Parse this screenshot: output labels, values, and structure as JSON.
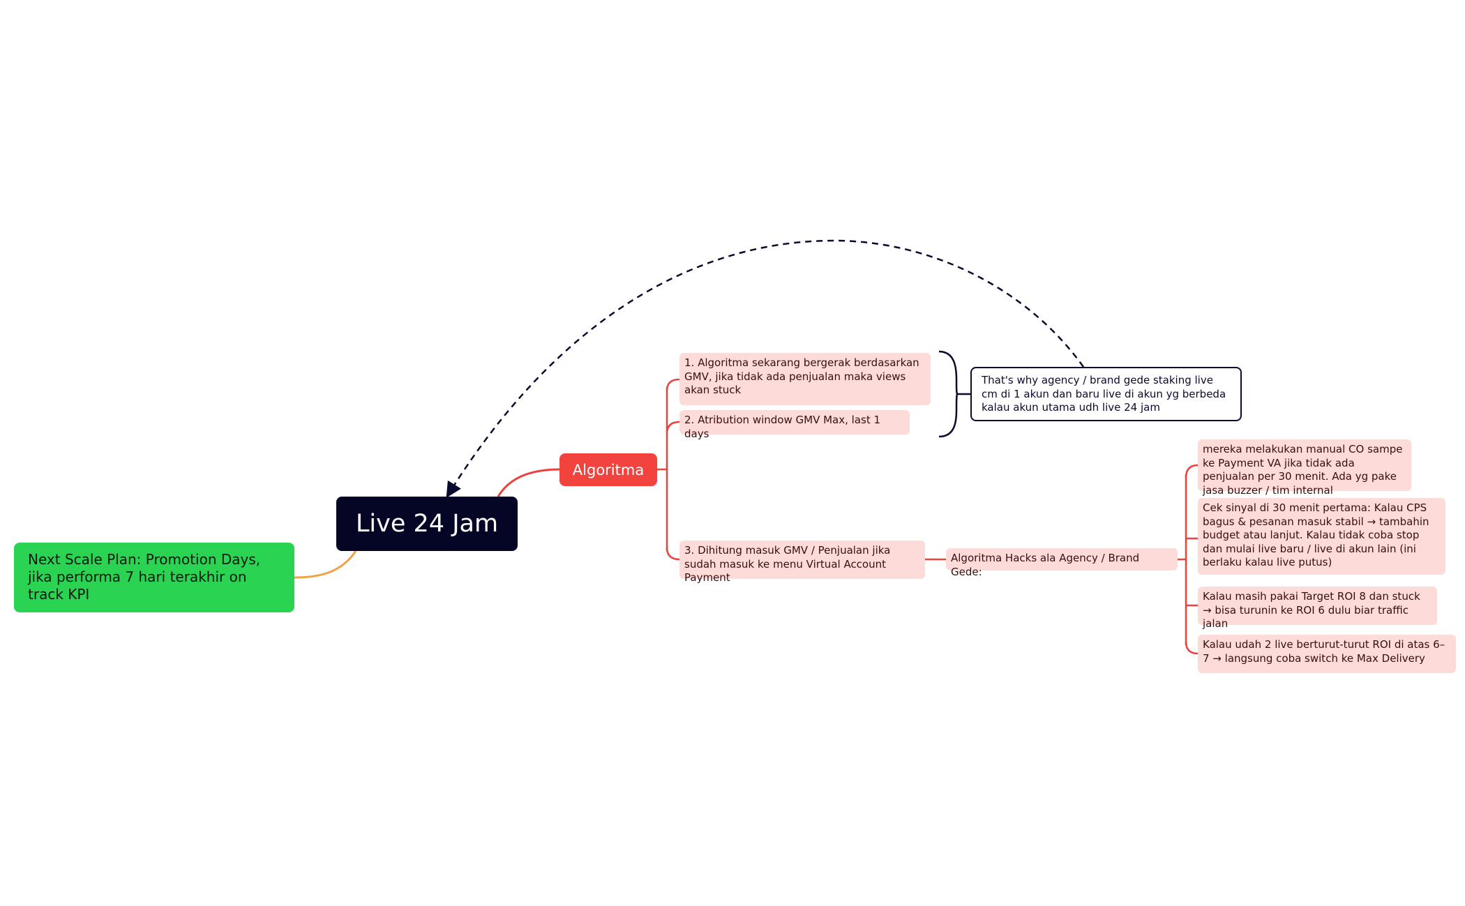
{
  "central_topic": "Live 24 Jam",
  "branches": {
    "next_scale_plan": "Next Scale Plan: Promotion Days, jika performa 7 hari terakhir on track KPI",
    "algoritma": {
      "label": "Algoritma",
      "points": [
        "1. Algoritma sekarang bergerak berdasarkan GMV, jika tidak ada penjualan maka views akan stuck",
        "2. Atribution window GMV Max, last 1 days",
        "3. Dihitung masuk GMV / Penjualan jika sudah masuk ke menu Virtual Account Payment"
      ],
      "summary": "That's why agency / brand gede staking live cm di 1 akun dan baru live di akun yg berbeda kalau akun utama udh live 24 jam",
      "hacks": {
        "label": "Algoritma Hacks ala Agency / Brand Gede:",
        "items": [
          "mereka melakukan manual CO sampe ke Payment VA jika tidak ada penjualan per 30 menit. Ada yg pake jasa buzzer / tim internal",
          "Cek sinyal di 30 menit pertama: Kalau CPS bagus & pesanan masuk stabil → tambahin budget atau lanjut. Kalau tidak coba stop dan mulai live baru / live di akun lain (ini berlaku kalau live putus)",
          "Kalau masih pakai Target ROI 8 dan stuck → bisa turunin ke ROI 6 dulu biar traffic jalan",
          "Kalau udah 2 live berturut-turut ROI di atas 6–7 → langsung coba switch ke Max Delivery"
        ]
      }
    }
  },
  "colors": {
    "central": "#050526",
    "green_branch": "#2ad452",
    "green_connector": "#f0a24a",
    "red_branch": "#f3433e",
    "sub_topic_fill": "#fddbd9",
    "connector_red": "#e8433e",
    "relationship": "#0a0a2e"
  }
}
